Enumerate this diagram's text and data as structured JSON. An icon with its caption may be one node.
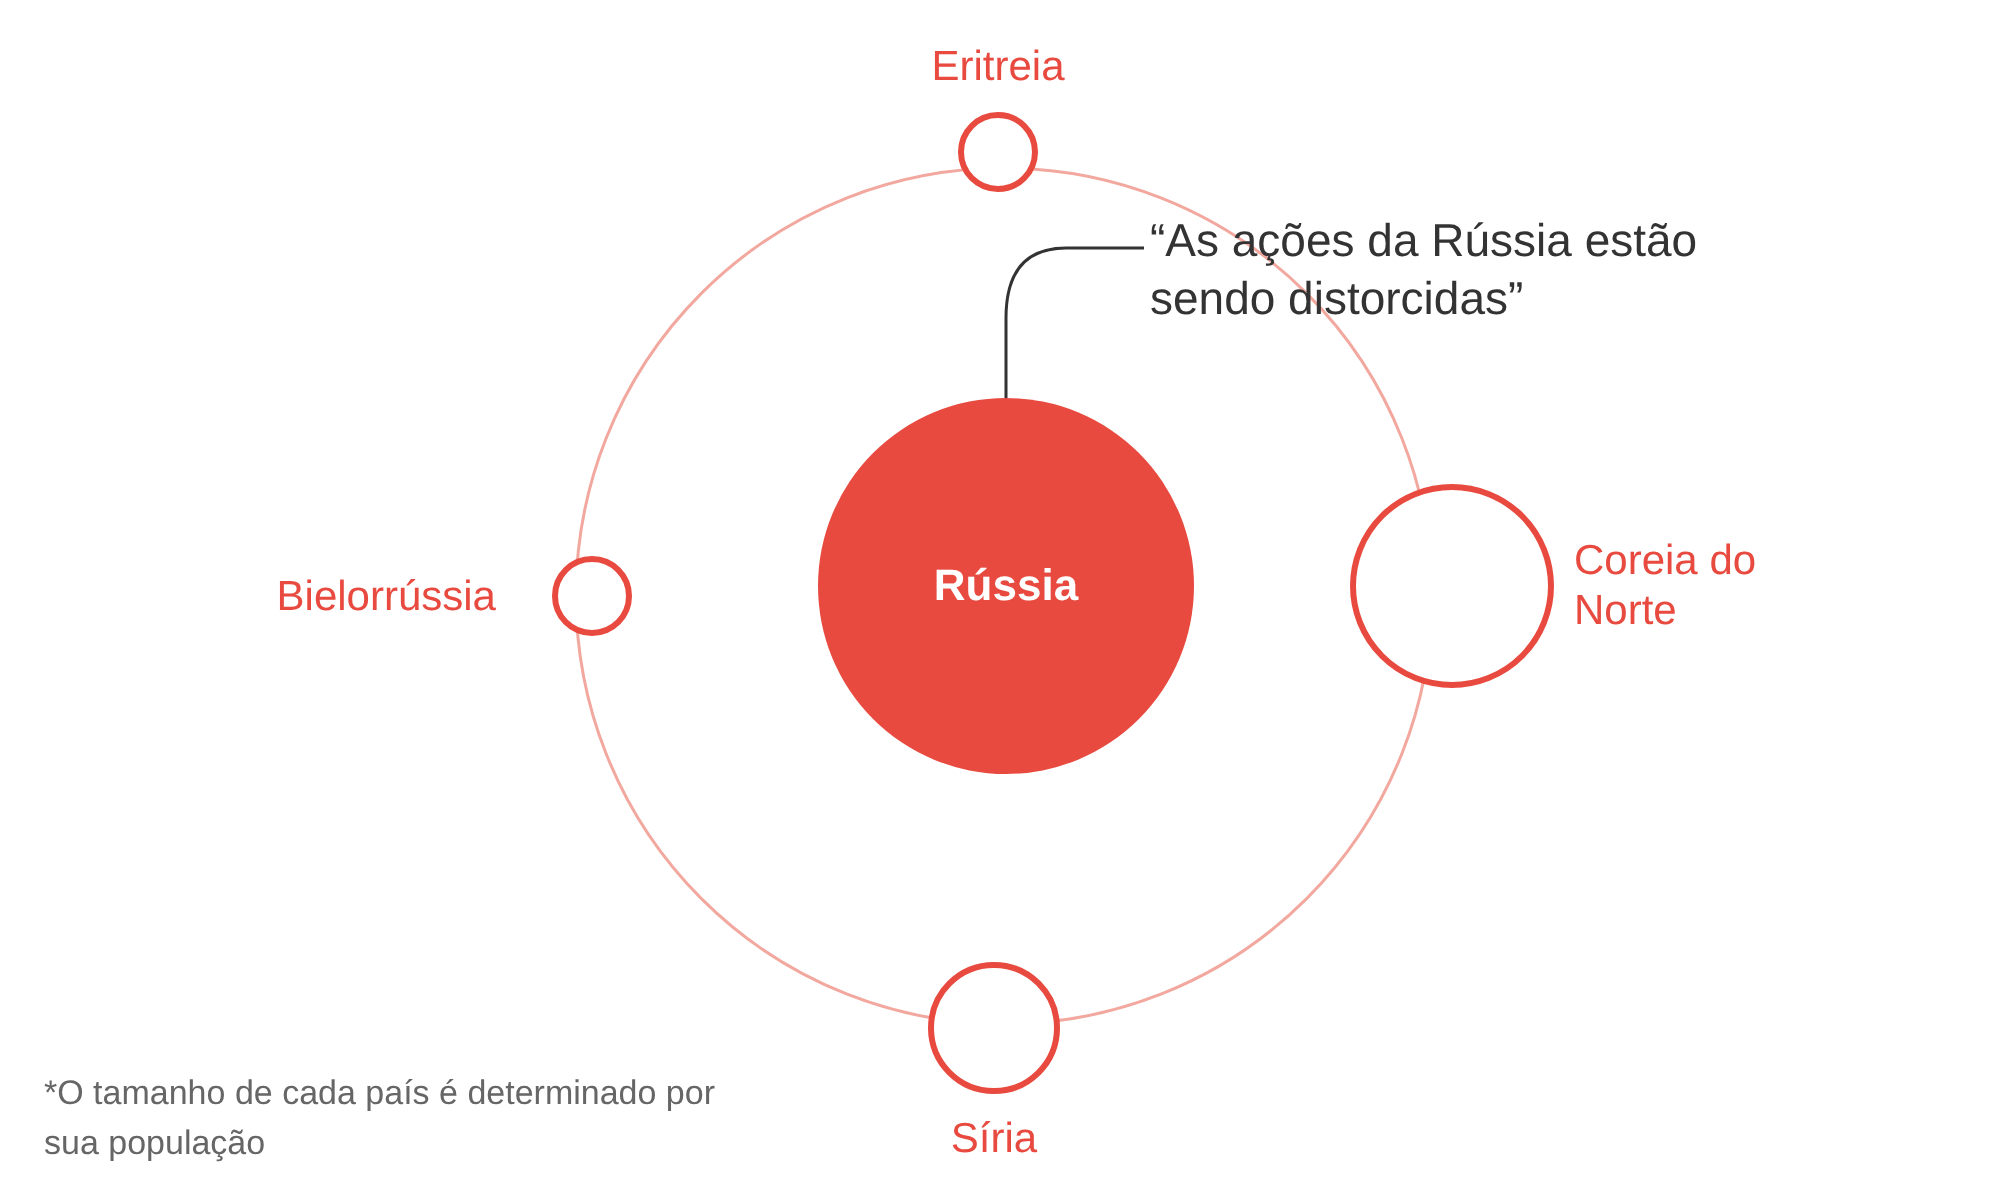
{
  "diagram": {
    "nodes": [
      {
        "text": [
          "Rússia"
        ]
      },
      {
        "text": [
          "Eritreia"
        ]
      },
      {
        "text": [
          "Coreia do Norte"
        ]
      },
      {
        "text": [
          "Síria"
        ]
      },
      {
        "text": [
          "Bielorrússia"
        ]
      },
      {
        "text": [
          "“As ações da Rússia estão sendo distorcidas”"
        ]
      }
    ],
    "edges": [
      {
        "from": 5,
        "to": 0,
        "arrow": "none"
      }
    ],
    "labels": [
      "*O tamanho de cada país é determinado por sua população"
    ]
  }
}
